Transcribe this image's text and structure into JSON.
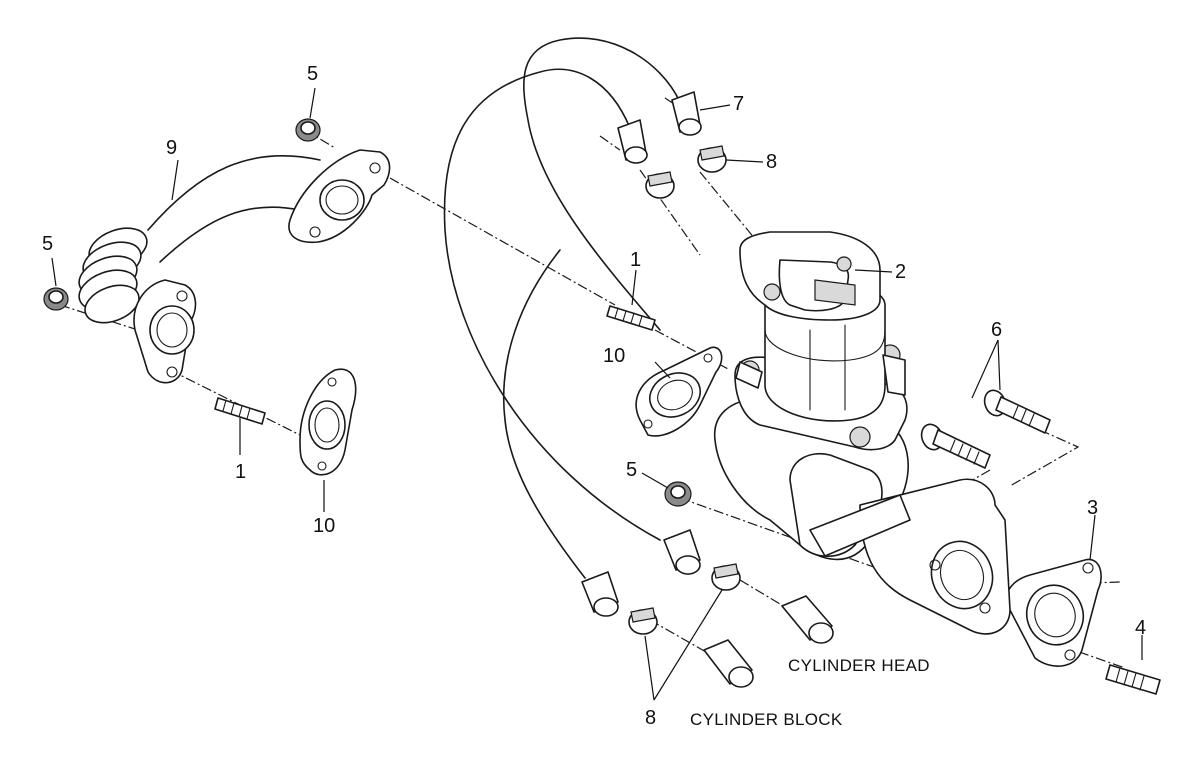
{
  "callouts": {
    "c1_upper": "1",
    "c1_lower": "1",
    "c2": "2",
    "c3": "3",
    "c4": "4",
    "c5_top": "5",
    "c5_left": "5",
    "c5_mid": "5",
    "c6": "6",
    "c7": "7",
    "c8_upper": "8",
    "c8_lower": "8",
    "c9": "9",
    "c10_left": "10",
    "c10_mid": "10"
  },
  "captions": {
    "cylinder_head": "CYLINDER HEAD",
    "cylinder_block": "CYLINDER BLOCK"
  }
}
